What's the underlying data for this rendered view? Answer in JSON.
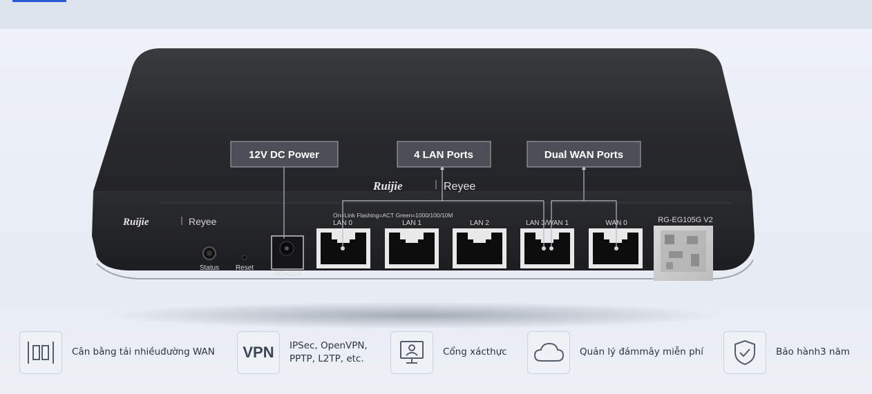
{
  "device": {
    "callouts": {
      "power": "12V DC Power",
      "lan": "4 LAN Ports",
      "wan": "Dual WAN Ports"
    },
    "brand": {
      "ruijie": "Ruijie",
      "reyee": "Reyee"
    },
    "legend": "On=Link   Flashing=ACT   Green=1000/100/10M",
    "ports": [
      {
        "label": "LAN 0"
      },
      {
        "label": "LAN 1"
      },
      {
        "label": "LAN 2"
      },
      {
        "label": "LAN 3/WAN 1"
      },
      {
        "label": "WAN 0"
      }
    ],
    "status_label": "Status",
    "reset_label": "Reset",
    "dc_label": "DC═12V",
    "model": "RG-EG105G V2"
  },
  "features": [
    {
      "icon": "load-balance-icon",
      "text": "Cân bằng tải nhiềuđường WAN"
    },
    {
      "icon": "vpn-icon",
      "icon_text": "VPN",
      "text_line1": "IPSec, OpenVPN,",
      "text_line2": "PPTP, L2TP, etc."
    },
    {
      "icon": "portal-monitor-icon",
      "text": "Cổng xácthực"
    },
    {
      "icon": "cloud-icon",
      "text": "Quản lý đámmây miễn phí"
    },
    {
      "icon": "shield-check-icon",
      "text": "Bảo hành3 năm"
    }
  ],
  "colors": {
    "accent": "#2d5bd6",
    "device_body": "#2b2c2f",
    "callout_bg": "#4b4f55",
    "callout_border": "#a9b0b8"
  }
}
